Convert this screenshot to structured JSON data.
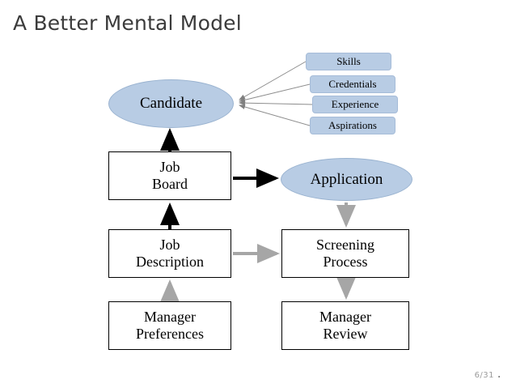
{
  "slide": {
    "title": "A Better Mental Model",
    "footer_page": "6/31",
    "footer_dot": "."
  },
  "diagram": {
    "nodes": [
      {
        "id": "candidate",
        "label": "Candidate",
        "shape": "ellipse"
      },
      {
        "id": "application",
        "label": "Application",
        "shape": "ellipse"
      },
      {
        "id": "job_board",
        "label": "Job\nBoard",
        "shape": "rect"
      },
      {
        "id": "job_desc",
        "label": "Job\nDescription",
        "shape": "rect"
      },
      {
        "id": "manager_pref",
        "label": "Manager\nPreferences",
        "shape": "rect"
      },
      {
        "id": "screening",
        "label": "Screening\nProcess",
        "shape": "rect"
      },
      {
        "id": "manager_rev",
        "label": "Manager\nReview",
        "shape": "rect"
      }
    ],
    "attributes": [
      {
        "id": "skills",
        "label": "Skills"
      },
      {
        "id": "credentials",
        "label": "Credentials"
      },
      {
        "id": "experience",
        "label": "Experience"
      },
      {
        "id": "aspirations",
        "label": "Aspirations"
      }
    ],
    "colors": {
      "ellipse_fill": "#b8cce4",
      "pill_fill": "#b8cce4",
      "rect_stroke": "#000000",
      "arrow_black": "#000000",
      "arrow_gray": "#a6a6a6",
      "title_text": "#3b3b3b"
    }
  }
}
